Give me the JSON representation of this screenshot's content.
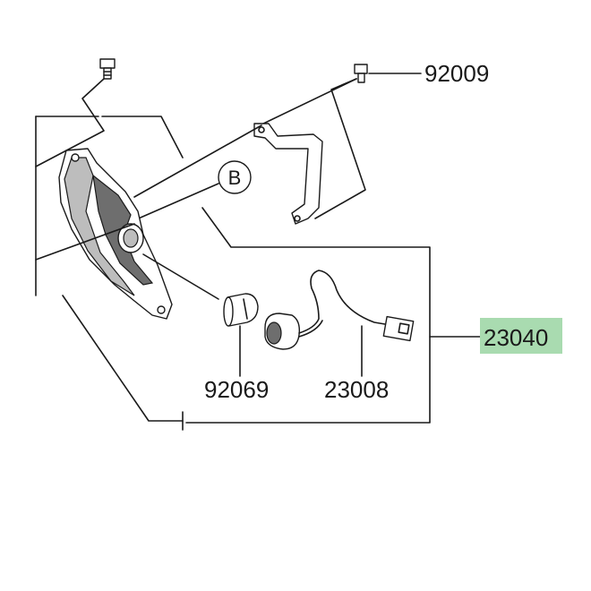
{
  "parts": {
    "screw_top_right": "92009",
    "assembly": "23040",
    "bulb": "92069",
    "socket_wire": "23008"
  },
  "reference_marker": "B",
  "colors": {
    "highlight": "#a9dbb0",
    "line": "#1a1a1a"
  }
}
